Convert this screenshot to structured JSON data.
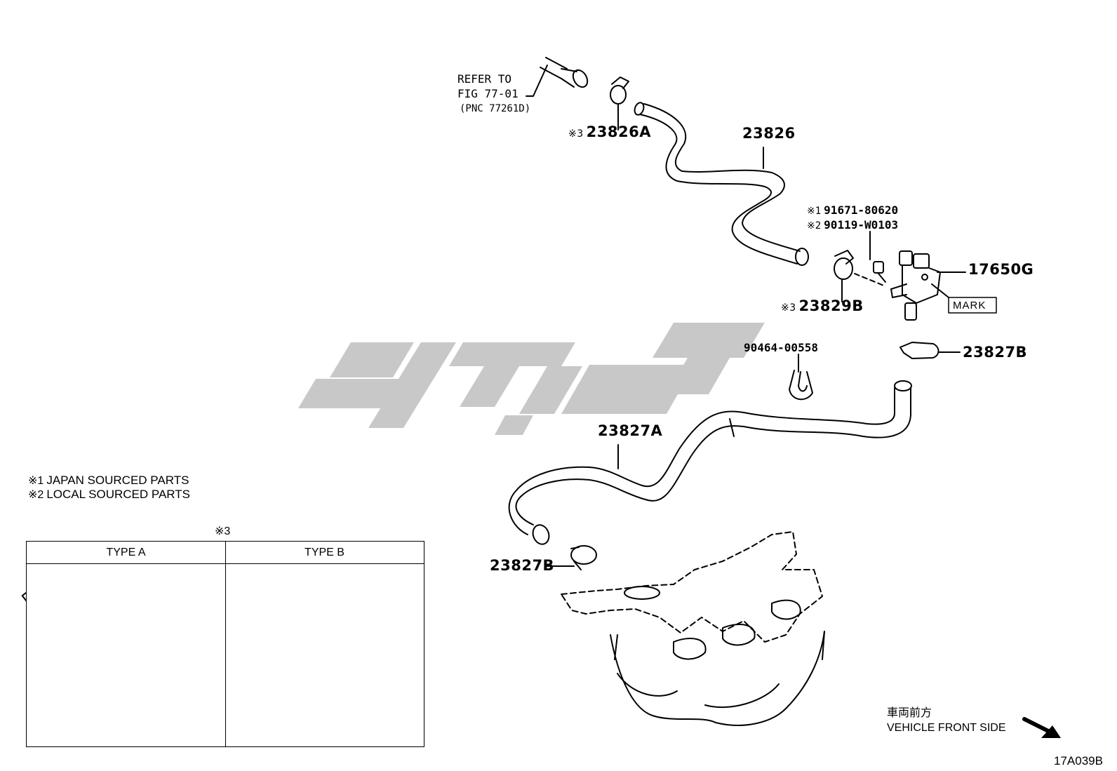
{
  "refer": {
    "line1": "REFER TO",
    "line2": "FIG 77-01",
    "line3": "(PNC 77261D)"
  },
  "marks": {
    "m1": "※1",
    "m2": "※2",
    "m3": "※3"
  },
  "parts": {
    "p23826A": "23826A",
    "p23826": "23826",
    "p91671": "91671-80620",
    "p90119": "90119-W0103",
    "p17650G": "17650G",
    "p23829B": "23829B",
    "mark_box": "MARK",
    "p90464": "90464-00558",
    "p23827B_top": "23827B",
    "p23827A": "23827A",
    "p23827B_bottom": "23827B"
  },
  "legend": {
    "japan": "JAPAN SOURCED PARTS",
    "local": "LOCAL SOURCED PARTS"
  },
  "table": {
    "type_a": "TYPE A",
    "type_b": "TYPE B"
  },
  "front": {
    "jp": "車両前方",
    "en": "VEHICLE FRONT SIDE"
  },
  "figure_code": "17A039B",
  "watermark": "کوپارت"
}
